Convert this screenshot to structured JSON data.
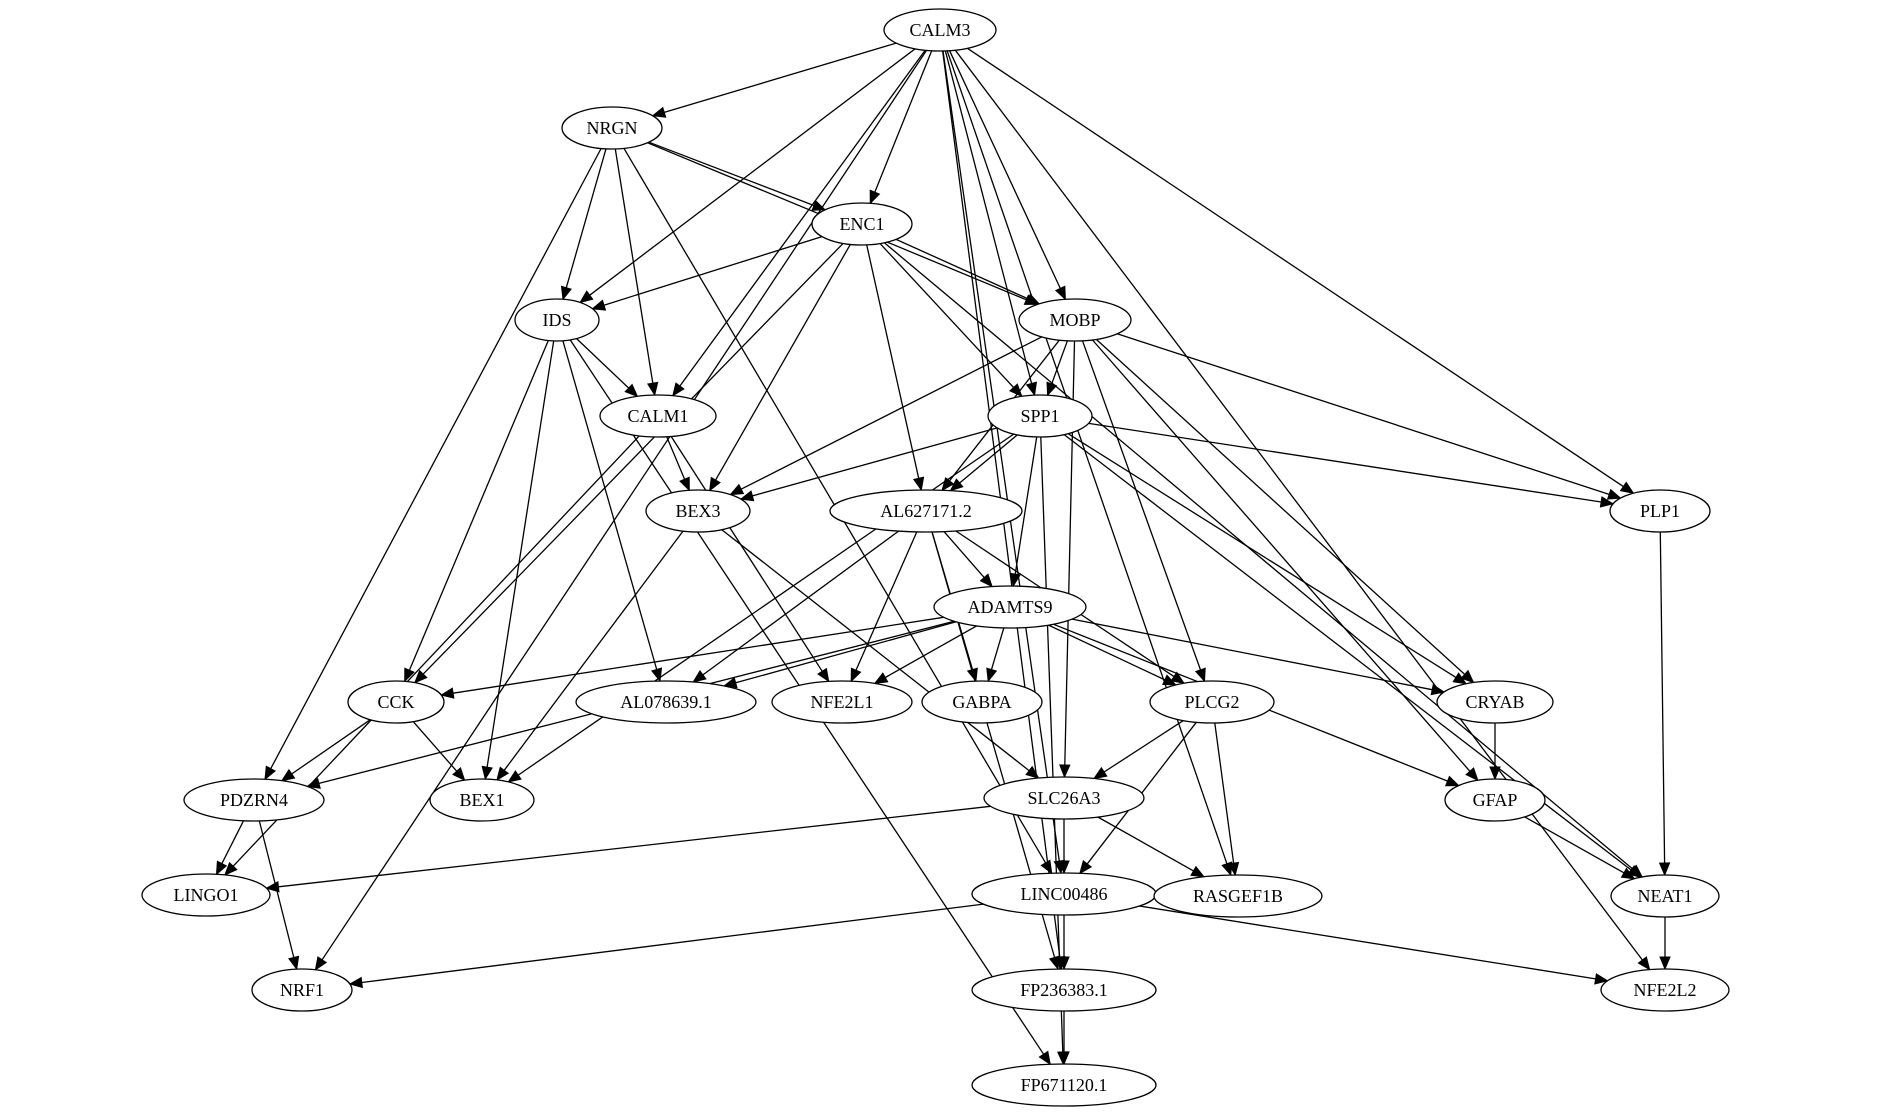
{
  "graph": {
    "nodes": [
      {
        "id": "CALM3",
        "label": "CALM3"
      },
      {
        "id": "NRGN",
        "label": "NRGN"
      },
      {
        "id": "ENC1",
        "label": "ENC1"
      },
      {
        "id": "IDS",
        "label": "IDS"
      },
      {
        "id": "MOBP",
        "label": "MOBP"
      },
      {
        "id": "CALM1",
        "label": "CALM1"
      },
      {
        "id": "SPP1",
        "label": "SPP1"
      },
      {
        "id": "BEX3",
        "label": "BEX3"
      },
      {
        "id": "AL627171.2",
        "label": "AL627171.2"
      },
      {
        "id": "PLP1",
        "label": "PLP1"
      },
      {
        "id": "ADAMTS9",
        "label": "ADAMTS9"
      },
      {
        "id": "CCK",
        "label": "CCK"
      },
      {
        "id": "AL078639.1",
        "label": "AL078639.1"
      },
      {
        "id": "NFE2L1",
        "label": "NFE2L1"
      },
      {
        "id": "GABPA",
        "label": "GABPA"
      },
      {
        "id": "PLCG2",
        "label": "PLCG2"
      },
      {
        "id": "CRYAB",
        "label": "CRYAB"
      },
      {
        "id": "PDZRN4",
        "label": "PDZRN4"
      },
      {
        "id": "BEX1",
        "label": "BEX1"
      },
      {
        "id": "SLC26A3",
        "label": "SLC26A3"
      },
      {
        "id": "GFAP",
        "label": "GFAP"
      },
      {
        "id": "LINGO1",
        "label": "LINGO1"
      },
      {
        "id": "LINC00486",
        "label": "LINC00486"
      },
      {
        "id": "RASGEF1B",
        "label": "RASGEF1B"
      },
      {
        "id": "NEAT1",
        "label": "NEAT1"
      },
      {
        "id": "NRF1",
        "label": "NRF1"
      },
      {
        "id": "FP236383.1",
        "label": "FP236383.1"
      },
      {
        "id": "NFE2L2",
        "label": "NFE2L2"
      },
      {
        "id": "FP671120.1",
        "label": "FP671120.1"
      }
    ],
    "edges": [
      {
        "from": "CALM3",
        "to": "NRGN"
      },
      {
        "from": "CALM3",
        "to": "ENC1"
      },
      {
        "from": "CALM3",
        "to": "IDS"
      },
      {
        "from": "CALM3",
        "to": "MOBP"
      },
      {
        "from": "CALM3",
        "to": "CALM1"
      },
      {
        "from": "CALM3",
        "to": "SPP1"
      },
      {
        "from": "CALM3",
        "to": "PLP1"
      },
      {
        "from": "CALM3",
        "to": "NRF1"
      },
      {
        "from": "CALM3",
        "to": "FP236383.1"
      },
      {
        "from": "CALM3",
        "to": "LINC00486"
      },
      {
        "from": "CALM3",
        "to": "RASGEF1B"
      },
      {
        "from": "CALM3",
        "to": "NFE2L2"
      },
      {
        "from": "NRGN",
        "to": "ENC1"
      },
      {
        "from": "NRGN",
        "to": "IDS"
      },
      {
        "from": "NRGN",
        "to": "CALM1"
      },
      {
        "from": "NRGN",
        "to": "MOBP"
      },
      {
        "from": "NRGN",
        "to": "PDZRN4"
      },
      {
        "from": "NRGN",
        "to": "LINC00486"
      },
      {
        "from": "ENC1",
        "to": "IDS"
      },
      {
        "from": "ENC1",
        "to": "MOBP"
      },
      {
        "from": "ENC1",
        "to": "SPP1"
      },
      {
        "from": "ENC1",
        "to": "BEX3"
      },
      {
        "from": "ENC1",
        "to": "AL627171.2"
      },
      {
        "from": "ENC1",
        "to": "CCK"
      },
      {
        "from": "ENC1",
        "to": "NEAT1"
      },
      {
        "from": "IDS",
        "to": "CALM1"
      },
      {
        "from": "IDS",
        "to": "CCK"
      },
      {
        "from": "IDS",
        "to": "AL078639.1"
      },
      {
        "from": "IDS",
        "to": "BEX1"
      },
      {
        "from": "IDS",
        "to": "FP671120.1"
      },
      {
        "from": "MOBP",
        "to": "SPP1"
      },
      {
        "from": "MOBP",
        "to": "BEX3"
      },
      {
        "from": "MOBP",
        "to": "AL627171.2"
      },
      {
        "from": "MOBP",
        "to": "PLP1"
      },
      {
        "from": "MOBP",
        "to": "PLCG2"
      },
      {
        "from": "MOBP",
        "to": "SLC26A3"
      },
      {
        "from": "MOBP",
        "to": "CRYAB"
      },
      {
        "from": "MOBP",
        "to": "GFAP"
      },
      {
        "from": "CALM1",
        "to": "BEX3"
      },
      {
        "from": "CALM1",
        "to": "NFE2L1"
      },
      {
        "from": "CALM1",
        "to": "LINGO1"
      },
      {
        "from": "SPP1",
        "to": "BEX3"
      },
      {
        "from": "SPP1",
        "to": "AL627171.2"
      },
      {
        "from": "SPP1",
        "to": "ADAMTS9"
      },
      {
        "from": "SPP1",
        "to": "PLP1"
      },
      {
        "from": "SPP1",
        "to": "CRYAB"
      },
      {
        "from": "SPP1",
        "to": "NEAT1"
      },
      {
        "from": "SPP1",
        "to": "BEX1"
      },
      {
        "from": "SPP1",
        "to": "FP671120.1"
      },
      {
        "from": "BEX3",
        "to": "BEX1"
      },
      {
        "from": "BEX3",
        "to": "SLC26A3"
      },
      {
        "from": "AL627171.2",
        "to": "ADAMTS9"
      },
      {
        "from": "AL627171.2",
        "to": "AL078639.1"
      },
      {
        "from": "AL627171.2",
        "to": "NFE2L1"
      },
      {
        "from": "AL627171.2",
        "to": "GABPA"
      },
      {
        "from": "AL627171.2",
        "to": "PLCG2"
      },
      {
        "from": "AL627171.2",
        "to": "FP236383.1"
      },
      {
        "from": "PLP1",
        "to": "NEAT1"
      },
      {
        "from": "ADAMTS9",
        "to": "CCK"
      },
      {
        "from": "ADAMTS9",
        "to": "AL078639.1"
      },
      {
        "from": "ADAMTS9",
        "to": "NFE2L1"
      },
      {
        "from": "ADAMTS9",
        "to": "GABPA"
      },
      {
        "from": "ADAMTS9",
        "to": "PLCG2"
      },
      {
        "from": "ADAMTS9",
        "to": "CRYAB"
      },
      {
        "from": "ADAMTS9",
        "to": "GFAP"
      },
      {
        "from": "ADAMTS9",
        "to": "PDZRN4"
      },
      {
        "from": "CCK",
        "to": "PDZRN4"
      },
      {
        "from": "CCK",
        "to": "BEX1"
      },
      {
        "from": "PLCG2",
        "to": "SLC26A3"
      },
      {
        "from": "PLCG2",
        "to": "LINC00486"
      },
      {
        "from": "PLCG2",
        "to": "RASGEF1B"
      },
      {
        "from": "CRYAB",
        "to": "GFAP"
      },
      {
        "from": "PDZRN4",
        "to": "LINGO1"
      },
      {
        "from": "PDZRN4",
        "to": "NRF1"
      },
      {
        "from": "SLC26A3",
        "to": "LINC00486"
      },
      {
        "from": "SLC26A3",
        "to": "RASGEF1B"
      },
      {
        "from": "SLC26A3",
        "to": "LINGO1"
      },
      {
        "from": "GFAP",
        "to": "NEAT1"
      },
      {
        "from": "LINC00486",
        "to": "NRF1"
      },
      {
        "from": "LINC00486",
        "to": "FP236383.1"
      },
      {
        "from": "LINC00486",
        "to": "NFE2L2"
      },
      {
        "from": "NEAT1",
        "to": "NFE2L2"
      },
      {
        "from": "FP236383.1",
        "to": "FP671120.1"
      }
    ]
  }
}
